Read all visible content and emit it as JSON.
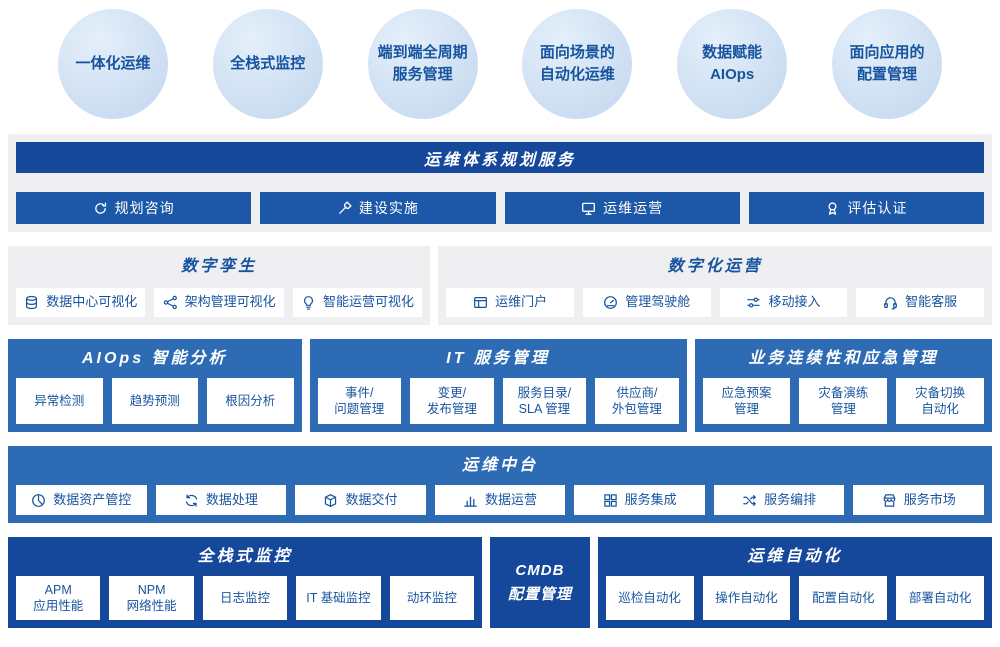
{
  "colors": {
    "dark": "#15479b",
    "mid": "#2d6bb4",
    "gray": "#efeff1",
    "blue_text": "#17549f",
    "btn_dark": "#1d57a8",
    "bubble_light": "#e4effa",
    "bubble_deep": "#c7daf0"
  },
  "bubbles": [
    {
      "label": "一体化运维"
    },
    {
      "label": "全栈式监控"
    },
    {
      "label": "端到端全周期\n服务管理"
    },
    {
      "label": "面向场景的\n自动化运维"
    },
    {
      "label": "数据赋能\nAIOps"
    },
    {
      "label": "面向应用的\n配置管理"
    }
  ],
  "planning": {
    "title": "运维体系规划服务",
    "items": [
      {
        "label": "规划咨询",
        "icon": "plan"
      },
      {
        "label": "建设实施",
        "icon": "build"
      },
      {
        "label": "运维运营",
        "icon": "operate"
      },
      {
        "label": "评估认证",
        "icon": "certify"
      }
    ]
  },
  "digital_twin": {
    "title": "数字孪生",
    "items": [
      {
        "label": "数据中心可视化",
        "icon": "datacenter"
      },
      {
        "label": "架构管理可视化",
        "icon": "architecture"
      },
      {
        "label": "智能运营可视化",
        "icon": "bulb"
      }
    ]
  },
  "digital_ops": {
    "title": "数字化运营",
    "items": [
      {
        "label": "运维门户",
        "icon": "portal"
      },
      {
        "label": "管理驾驶舱",
        "icon": "gauge"
      },
      {
        "label": "移动接入",
        "icon": "mobile"
      },
      {
        "label": "智能客服",
        "icon": "headset"
      }
    ]
  },
  "aiops": {
    "title": "AIOps 智能分析",
    "items": [
      {
        "label": "异常检测"
      },
      {
        "label": "趋势预测"
      },
      {
        "label": "根因分析"
      }
    ]
  },
  "itsm": {
    "title": "IT 服务管理",
    "items": [
      {
        "label": "事件/\n问题管理"
      },
      {
        "label": "变更/\n发布管理"
      },
      {
        "label": "服务目录/\nSLA 管理"
      },
      {
        "label": "供应商/\n外包管理"
      }
    ]
  },
  "bcm": {
    "title": "业务连续性和应急管理",
    "items": [
      {
        "label": "应急预案\n管理"
      },
      {
        "label": "灾备演练\n管理"
      },
      {
        "label": "灾备切换\n自动化"
      }
    ]
  },
  "middle_platform": {
    "title": "运维中台",
    "items": [
      {
        "label": "数据资产管控",
        "icon": "asset"
      },
      {
        "label": "数据处理",
        "icon": "process"
      },
      {
        "label": "数据交付",
        "icon": "delivery"
      },
      {
        "label": "数据运营",
        "icon": "chart"
      },
      {
        "label": "服务集成",
        "icon": "integration"
      },
      {
        "label": "服务编排",
        "icon": "orchestration"
      },
      {
        "label": "服务市场",
        "icon": "market"
      }
    ]
  },
  "monitoring": {
    "title": "全栈式监控",
    "items": [
      {
        "label": "APM\n应用性能"
      },
      {
        "label": "NPM\n网络性能"
      },
      {
        "label": "日志监控"
      },
      {
        "label": "IT 基础监控"
      },
      {
        "label": "动环监控"
      }
    ]
  },
  "cmdb": {
    "title": "CMDB\n配置管理"
  },
  "automation": {
    "title": "运维自动化",
    "items": [
      {
        "label": "巡检自动化"
      },
      {
        "label": "操作自动化"
      },
      {
        "label": "配置自动化"
      },
      {
        "label": "部署自动化"
      }
    ]
  }
}
